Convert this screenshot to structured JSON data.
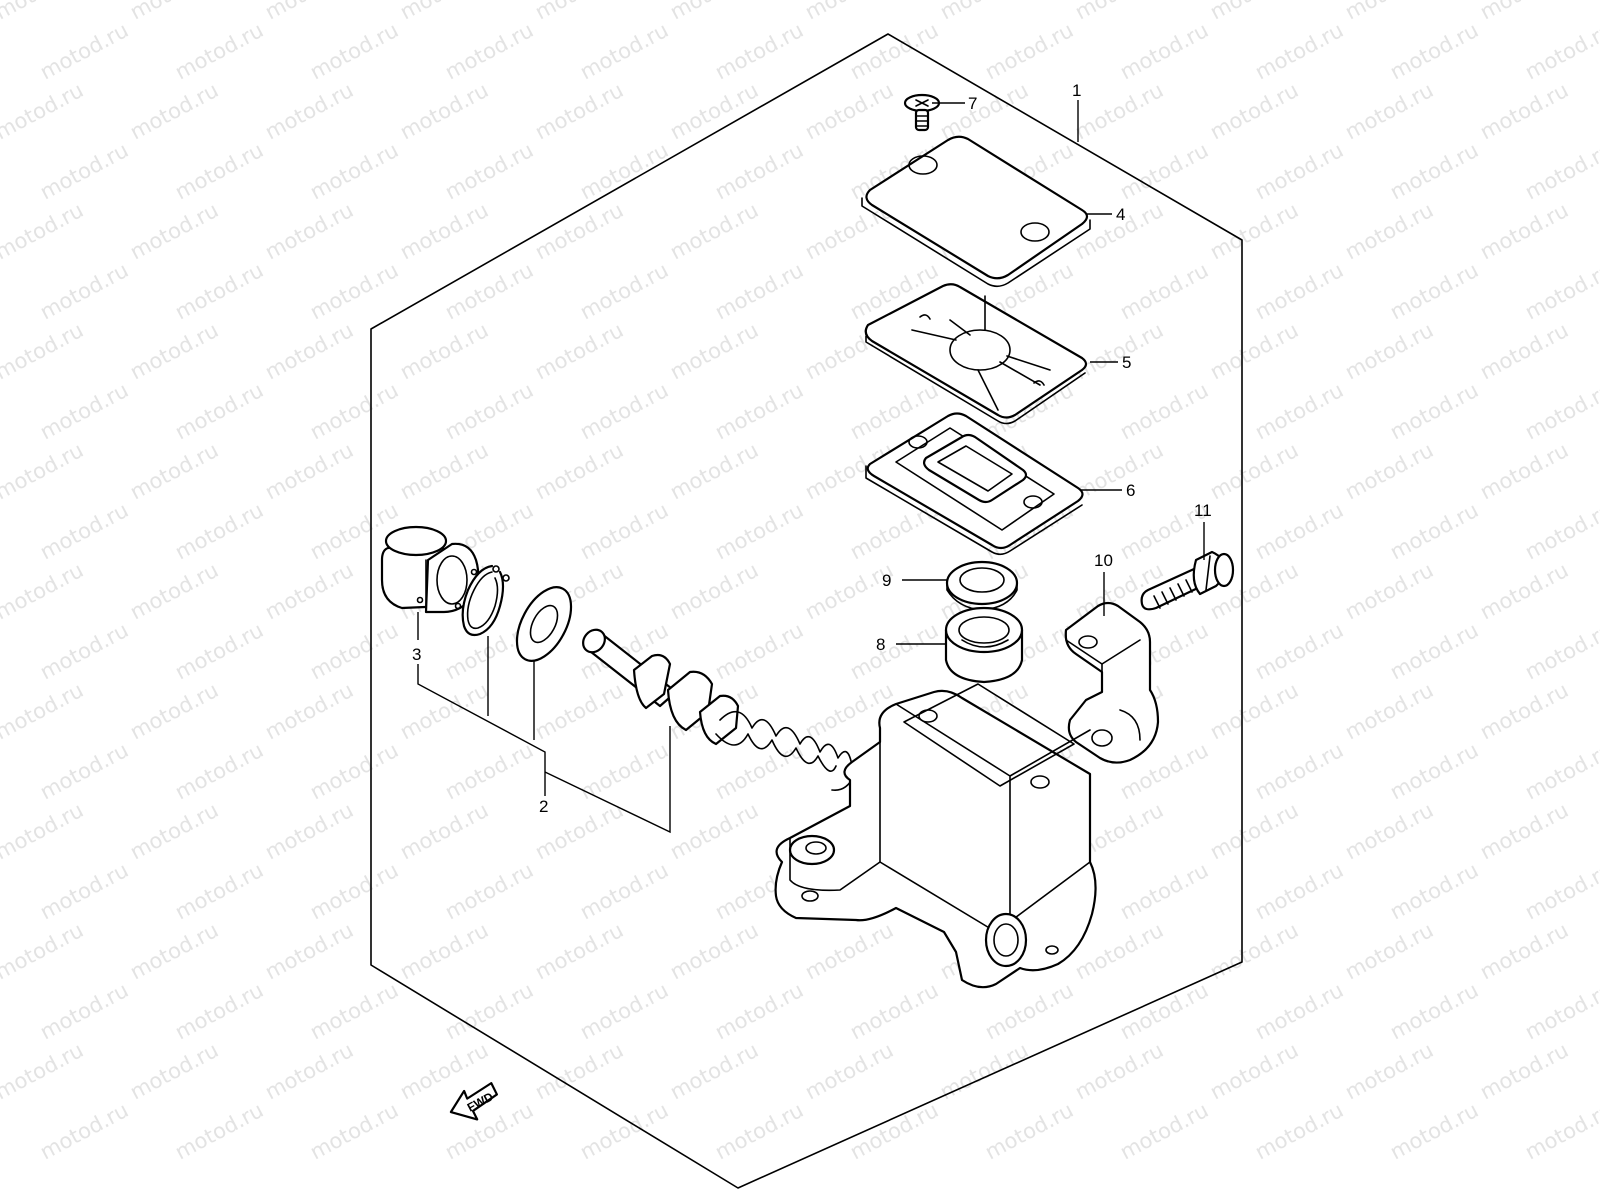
{
  "watermark": {
    "text": "motod.ru",
    "color": "#e3e3e3"
  },
  "direction_arrow": {
    "label": "FWD"
  },
  "callouts": [
    {
      "id": "c1",
      "label": "1",
      "part": "master-cylinder-assembly"
    },
    {
      "id": "c2",
      "label": "2",
      "part": "piston-set"
    },
    {
      "id": "c3",
      "label": "3",
      "part": "boot"
    },
    {
      "id": "c4",
      "label": "4",
      "part": "reservoir-cap"
    },
    {
      "id": "c5",
      "label": "5",
      "part": "cap-plate"
    },
    {
      "id": "c6",
      "label": "6",
      "part": "diaphragm"
    },
    {
      "id": "c7",
      "label": "7",
      "part": "screw"
    },
    {
      "id": "c8",
      "label": "8",
      "part": "seal"
    },
    {
      "id": "c9",
      "label": "9",
      "part": "washer"
    },
    {
      "id": "c10",
      "label": "10",
      "part": "holder"
    },
    {
      "id": "c11",
      "label": "11",
      "part": "bolt"
    }
  ]
}
